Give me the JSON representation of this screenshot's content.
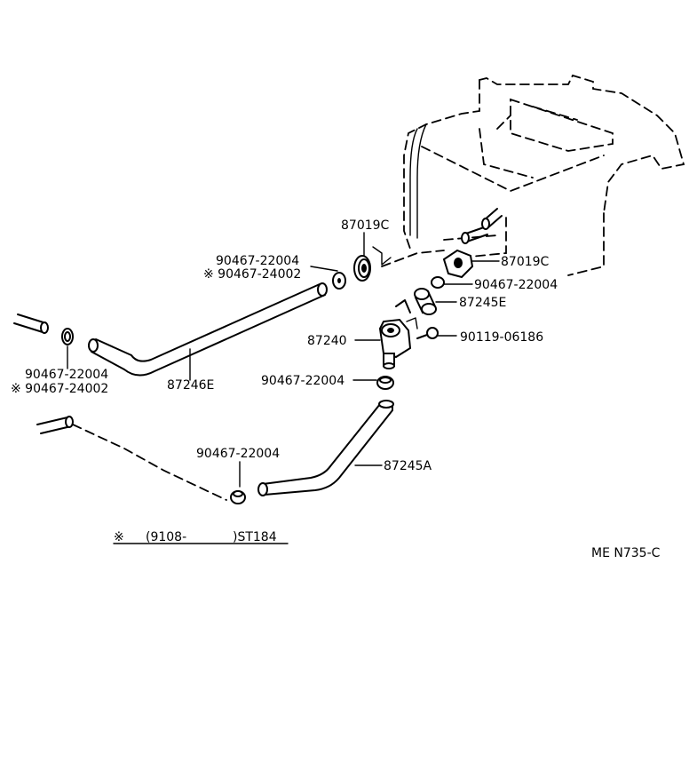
{
  "diagram": {
    "reference_code": "ME N735-C",
    "footnote": {
      "mark": "※",
      "range": "(9108-",
      "ref": ")ST184"
    },
    "labels": {
      "p87019c_top": "87019C",
      "p87019c_right": "87019C",
      "p90467_22004_a": "90467-22004",
      "p90467_24002_a": "※ 90467-24002",
      "p90467_22004_b": "90467-22004",
      "p87245e": "87245E",
      "p87240": "87240",
      "p90119": "90119-06186",
      "p90467_22004_c": "90467-22004",
      "p90467_24002_c": "※ 90467-24002",
      "p87246e": "87246E",
      "p90467_22004_d": "90467-22004",
      "p90467_22004_e": "90467-22004",
      "p87245a": "87245A"
    }
  }
}
